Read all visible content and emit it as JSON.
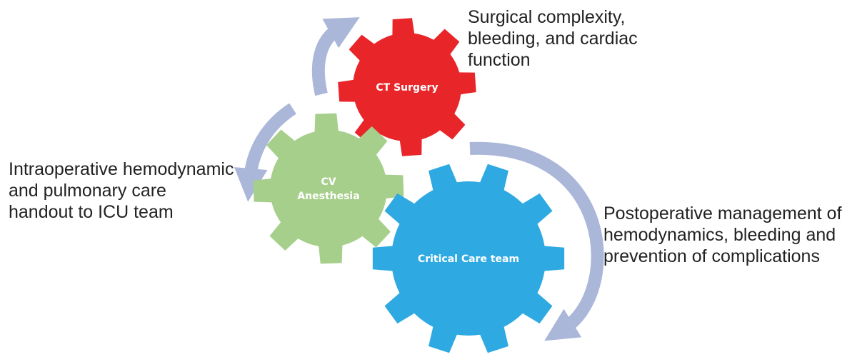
{
  "gears": [
    {
      "id": "ct-surgery",
      "lines": [
        "CT Surgery"
      ],
      "color": "#e8262a"
    },
    {
      "id": "cv-anesthesia",
      "lines": [
        "CV",
        "Anesthesia"
      ],
      "color": "#a6cf8b"
    },
    {
      "id": "critical-care",
      "lines": [
        "Critical Care team"
      ],
      "color": "#2ea9e1"
    }
  ],
  "annotations": {
    "surgery": [
      "Surgical complexity,",
      "bleeding, and cardiac",
      "function"
    ],
    "anesthesia": [
      "Intraoperative hemodynamic",
      "and pulmonary care",
      "handout to ICU team"
    ],
    "critical_care": [
      "Postoperative management of",
      "hemodynamics, bleeding and",
      "prevention of complications"
    ]
  },
  "colors": {
    "arrow": "#aab7d9",
    "text": "#222222"
  }
}
